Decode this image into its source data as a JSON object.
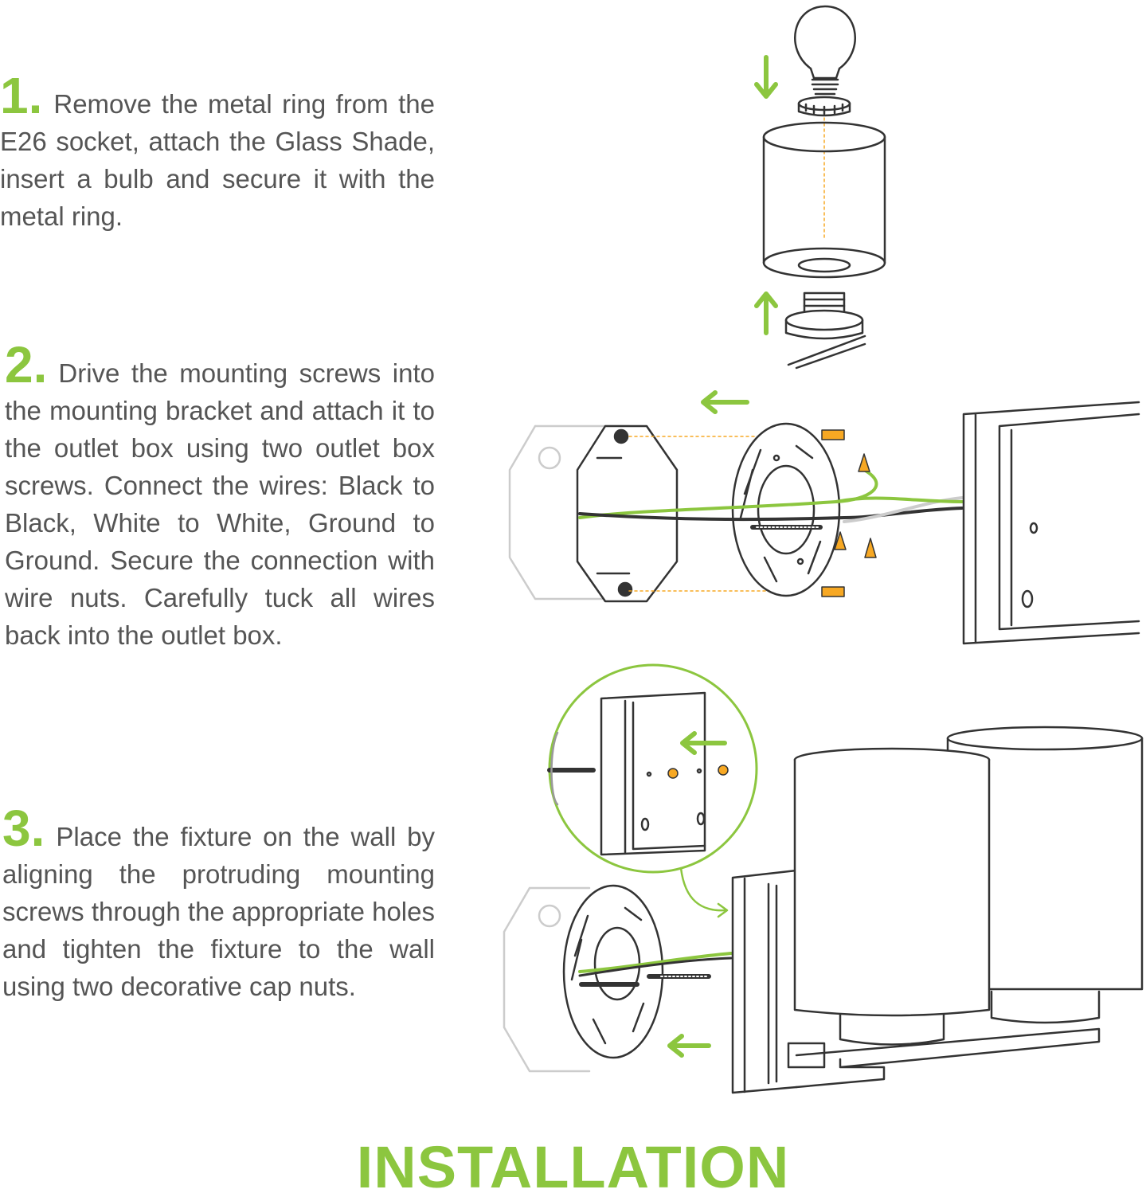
{
  "colors": {
    "accent": "#8cc63f",
    "text": "#555555",
    "line": "#333333",
    "orange": "#f7a823",
    "gray": "#bbbbbb"
  },
  "steps": [
    {
      "number": "1",
      "text": "Remove the metal ring from the E26 socket, attach the Glass Shade, insert a bulb and secure it with the metal ring."
    },
    {
      "number": "2",
      "text": "Drive the mounting screws into the mounting bracket and attach it to the outlet box using two outlet box screws. Connect the wires: Black to Black, White to White, Ground to Ground. Secure the connection with wire nuts. Carefully tuck all wires back into the outlet box."
    },
    {
      "number": "3",
      "text": "Place the fixture on the wall by aligning the protruding mounting screws through the appropriate holes and tighten the fixture to the wall using two decorative cap nuts."
    }
  ],
  "title": "INSTALLATION",
  "icons": [
    "arrow-down-icon",
    "arrow-up-icon",
    "arrow-left-icon",
    "bulb-icon",
    "glass-shade-icon",
    "outlet-box-icon",
    "mounting-bracket-icon",
    "wire-nut-icon",
    "fixture-icon",
    "zoom-circle-icon"
  ]
}
